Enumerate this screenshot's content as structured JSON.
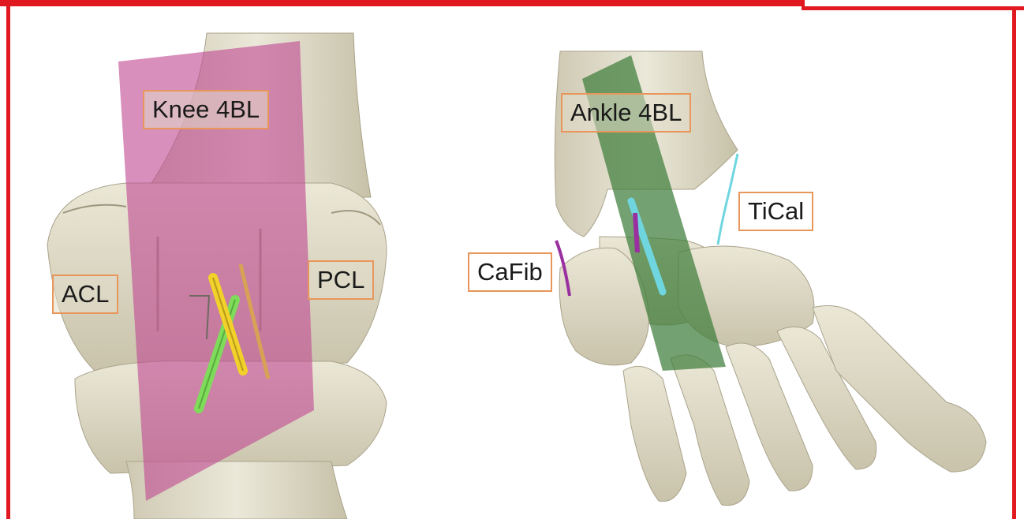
{
  "labels": {
    "knee": "Knee 4BL",
    "ankle": "Ankle 4BL",
    "acl": "ACL",
    "pcl": "PCL",
    "cafib": "CaFib",
    "tical": "TiCal"
  },
  "colors": {
    "frame": "#e0181f",
    "bone": "#e2decb",
    "bone_shadow": "#b8b29a",
    "knee_plane": "#c04a93",
    "ankle_plane": "#3f7d3a",
    "acl_ligament": "#7fdc5a",
    "pcl_ligament": "#f2d12a",
    "tical_ligament": "#6fd6e0",
    "cafib_ligament": "#9a2fa0",
    "label_border": "#e8965a"
  }
}
